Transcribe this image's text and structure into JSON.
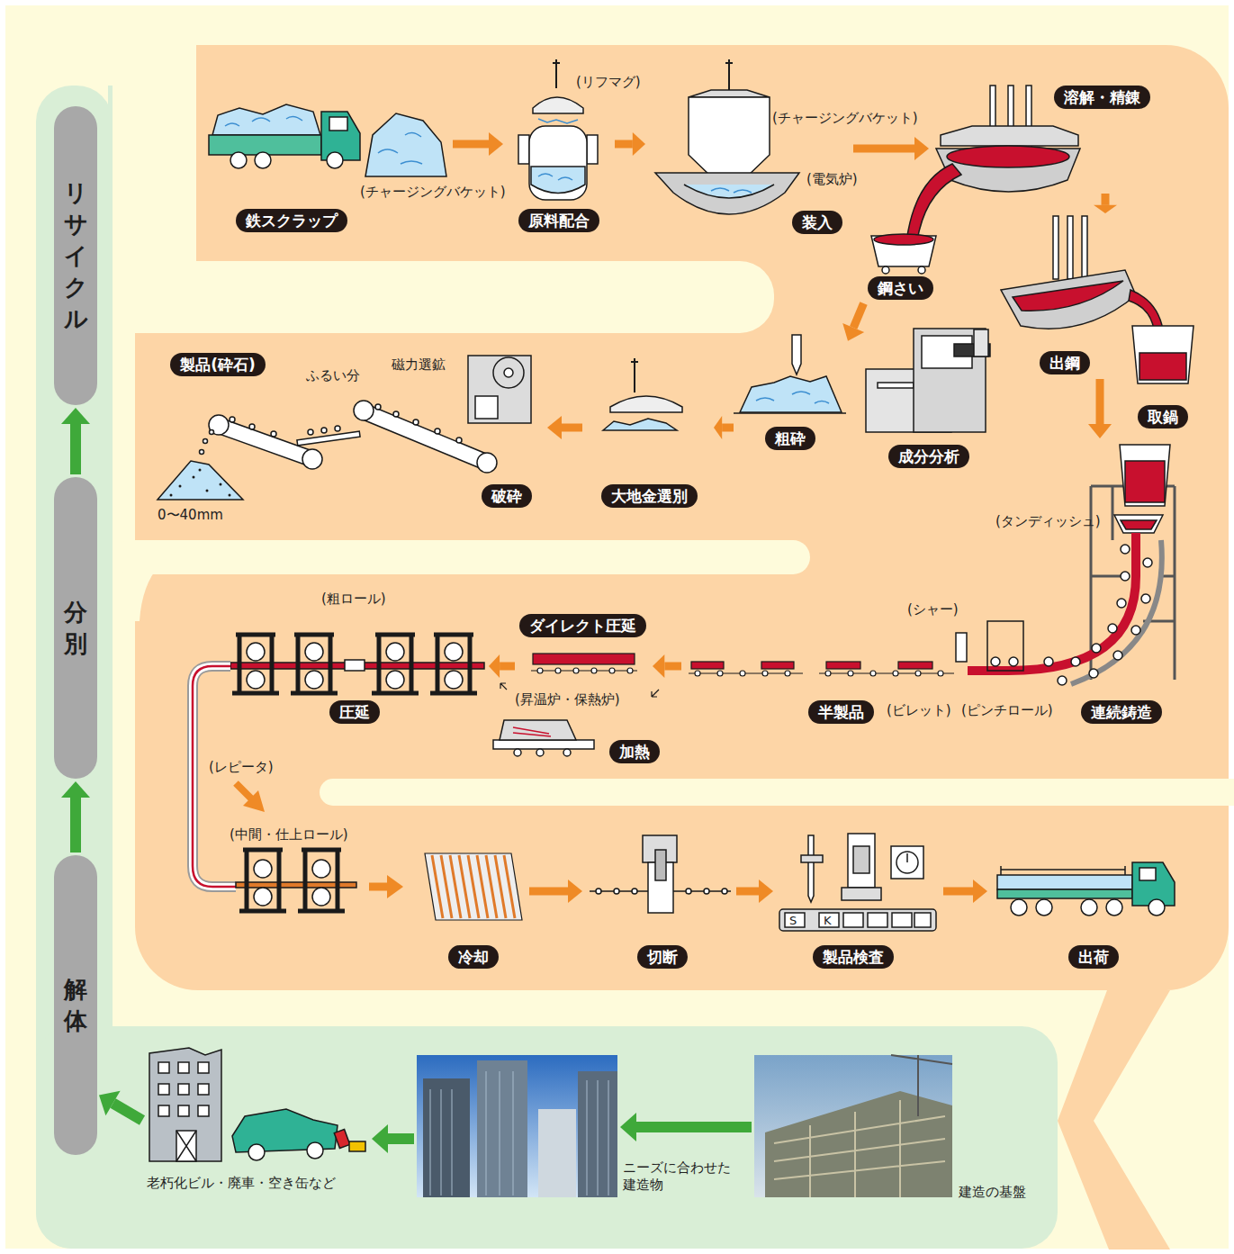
{
  "diagram": {
    "nodes": [
      {
        "text": [
          "鉄スクラップ"
        ]
      },
      {
        "text": [
          "原料配合"
        ]
      },
      {
        "text": [
          "装入"
        ]
      },
      {
        "text": [
          "溶解・精錬"
        ]
      },
      {
        "text": [
          "鋼さい"
        ]
      },
      {
        "text": [
          "出鋼"
        ]
      },
      {
        "text": [
          "取鍋"
        ]
      },
      {
        "text": [
          "成分分析"
        ]
      },
      {
        "text": [
          "粗砕"
        ]
      },
      {
        "text": [
          "大地金選別"
        ]
      },
      {
        "text": [
          "破砕"
        ]
      },
      {
        "text": [
          "製品(砕石)"
        ]
      },
      {
        "text": [
          "連続鋳造"
        ]
      },
      {
        "text": [
          "半製品"
        ]
      },
      {
        "text": [
          "ダイレクト圧延"
        ]
      },
      {
        "text": [
          "加熱"
        ]
      },
      {
        "text": [
          "圧延"
        ]
      },
      {
        "text": [
          "冷却"
        ]
      },
      {
        "text": [
          "切断"
        ]
      },
      {
        "text": [
          "製品検査"
        ]
      },
      {
        "text": [
          "出荷"
        ]
      },
      {
        "text": [
          "建造の基盤"
        ]
      },
      {
        "text": [
          "ニーズに合わせた 建造物"
        ]
      },
      {
        "text": [
          "老朽化ビル・廃車・空き缶など"
        ]
      },
      {
        "text": [
          "解体"
        ]
      },
      {
        "text": [
          "分別"
        ]
      },
      {
        "text": [
          "リサイクル"
        ]
      }
    ],
    "edges": [
      {
        "from": 0,
        "to": 1,
        "arrow": "to"
      },
      {
        "from": 1,
        "to": 2,
        "arrow": "to"
      },
      {
        "from": 2,
        "to": 3,
        "arrow": "to"
      },
      {
        "from": 3,
        "to": 5,
        "arrow": "to"
      },
      {
        "from": 5,
        "to": 12,
        "arrow": "to"
      },
      {
        "from": 4,
        "to": 8,
        "arrow": "to"
      },
      {
        "from": 8,
        "to": 9,
        "arrow": "to"
      },
      {
        "from": 9,
        "to": 10,
        "arrow": "to"
      },
      {
        "from": 13,
        "to": 14,
        "arrow": "to"
      },
      {
        "from": 14,
        "to": 16,
        "arrow": "to"
      },
      {
        "from": 17,
        "to": 18,
        "arrow": "to"
      },
      {
        "from": 18,
        "to": 19,
        "arrow": "to"
      },
      {
        "from": 19,
        "to": 20,
        "arrow": "to"
      },
      {
        "from": 21,
        "to": 22,
        "arrow": "to"
      },
      {
        "from": 22,
        "to": 23,
        "arrow": "to"
      },
      {
        "from": 23,
        "to": 24,
        "arrow": "to"
      },
      {
        "from": 24,
        "to": 25,
        "arrow": "to"
      },
      {
        "from": 25,
        "to": 26,
        "arrow": "to"
      }
    ],
    "labels": [
      "(リフマグ)",
      "(チャージングバケット)",
      "(チャージングバケット)",
      "(電気炉)",
      "(タンディッシュ)",
      "(シャー)",
      "(ビレット)",
      "(ピンチロール)",
      "(粗ロール)",
      "(昇温炉・保熱炉)",
      "(レピータ)",
      "(中間・仕上ロール)",
      "ふるい分",
      "磁力選鉱",
      "0〜40mm",
      "S",
      "K"
    ]
  }
}
